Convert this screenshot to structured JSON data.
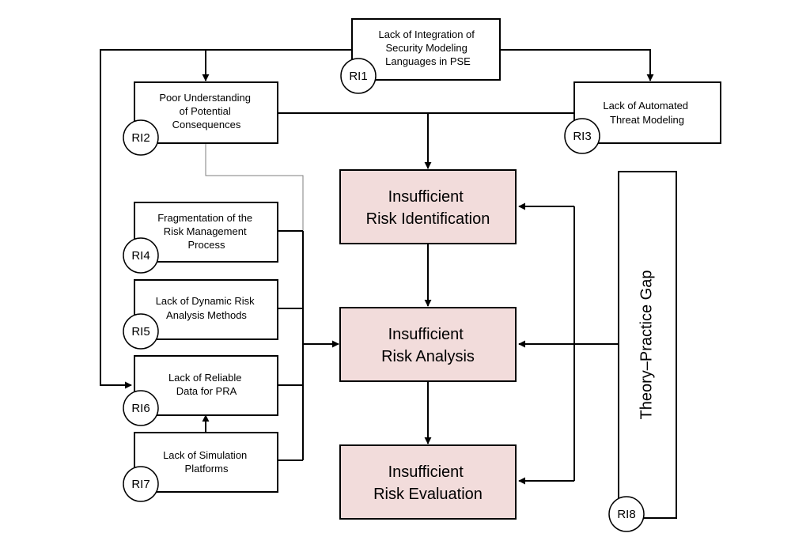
{
  "issue_boxes": [
    {
      "badge": "RI1",
      "lines": [
        "Lack of Integration of",
        "Security Modeling",
        "Languages in PSE"
      ]
    },
    {
      "badge": "RI2",
      "lines": [
        "Poor Understanding",
        "of Potential",
        "Consequences"
      ]
    },
    {
      "badge": "RI3",
      "lines": [
        "Lack of Automated",
        "Threat Modeling"
      ]
    },
    {
      "badge": "RI4",
      "lines": [
        "Fragmentation of the",
        "Risk Management",
        "Process"
      ]
    },
    {
      "badge": "RI5",
      "lines": [
        "Lack of Dynamic Risk",
        "Analysis Methods"
      ]
    },
    {
      "badge": "RI6",
      "lines": [
        "Lack of Reliable",
        "Data for PRA"
      ]
    },
    {
      "badge": "RI7",
      "lines": [
        "Lack of Simulation",
        "Platforms"
      ]
    }
  ],
  "risk_boxes": [
    {
      "lines": [
        "Insufficient",
        "Risk Identification"
      ]
    },
    {
      "lines": [
        "Insufficient",
        "Risk Analysis"
      ]
    },
    {
      "lines": [
        "Insufficient",
        "Risk Evaluation"
      ]
    }
  ],
  "gap_box": {
    "label": "Theory–Practice Gap",
    "badge": "RI8"
  },
  "colors": {
    "risk_box_fill": "#f2dcdb",
    "stroke": "#000000",
    "connector_gray": "#7f7f7f"
  }
}
